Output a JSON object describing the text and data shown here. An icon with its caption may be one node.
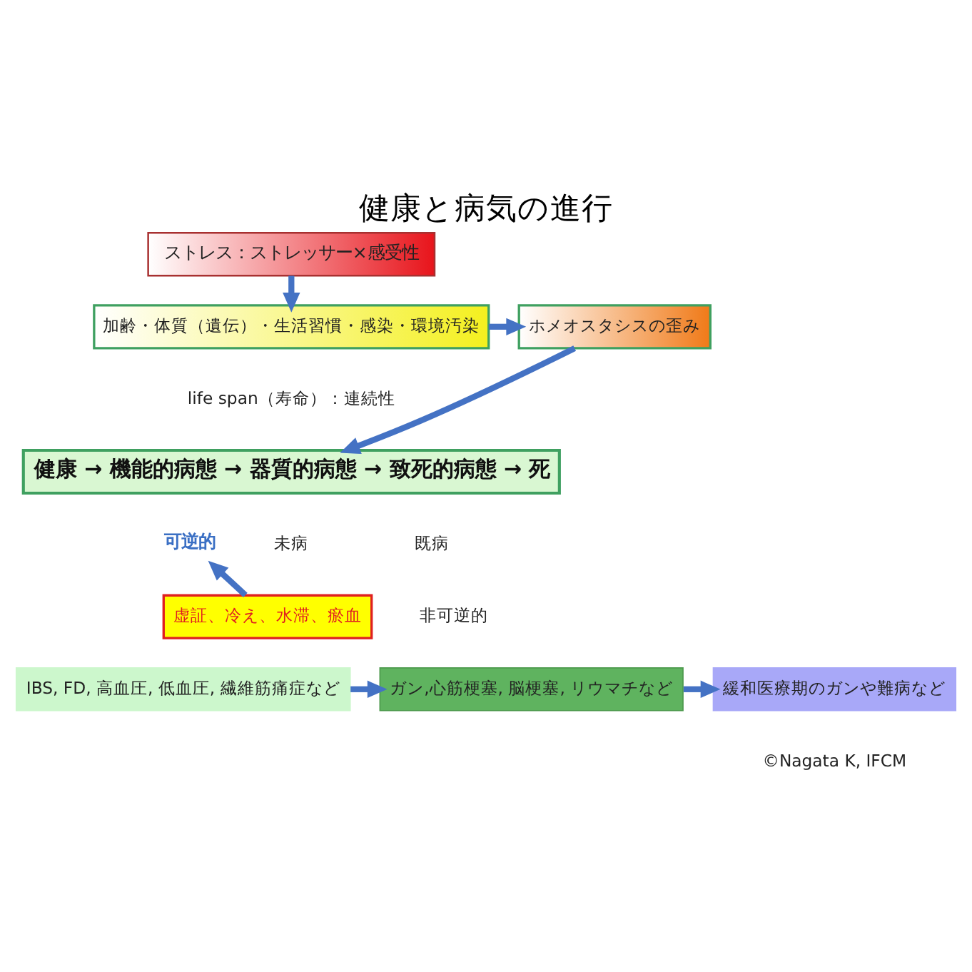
{
  "diagram": {
    "title": "健康と病気の進行",
    "nodes": [
      {
        "text": [
          "ストレス：ストレッサー×感受性"
        ]
      },
      {
        "text": [
          "加齢・体質（遺伝）・生活習慣・感染・環境汚染"
        ]
      },
      {
        "text": [
          "ホメオスタシスの歪み"
        ]
      },
      {
        "text": [
          "健康 → 機能的病態 → 器質的病態 → 致死的病態 → 死"
        ],
        "beside": [
          "life span（寿命）：連続性"
        ]
      },
      {
        "text": [
          "可逆的"
        ]
      },
      {
        "text": [
          "虚証、冷え、水滞、瘀血"
        ]
      },
      {
        "text": [
          "IBS, FD, 高血圧, 低血圧, 繊維筋痛症など"
        ]
      },
      {
        "text": [
          "ガン,心筋梗塞, 脳梗塞, リウマチなど"
        ]
      },
      {
        "text": [
          "緩和医療期のガンや難病など"
        ]
      }
    ],
    "edges": [
      {
        "from": 0,
        "to": 1,
        "arrow": "to"
      },
      {
        "from": 1,
        "to": 2,
        "arrow": "to"
      },
      {
        "from": 2,
        "to": 3,
        "arrow": "to"
      },
      {
        "from": 5,
        "to": 4,
        "arrow": "to"
      },
      {
        "from": 6,
        "to": 7,
        "arrow": "to"
      },
      {
        "from": 7,
        "to": 8,
        "arrow": "to"
      }
    ],
    "labels": [
      "未病",
      "既病",
      "非可逆的",
      "©Nagata K, IFCM"
    ]
  }
}
